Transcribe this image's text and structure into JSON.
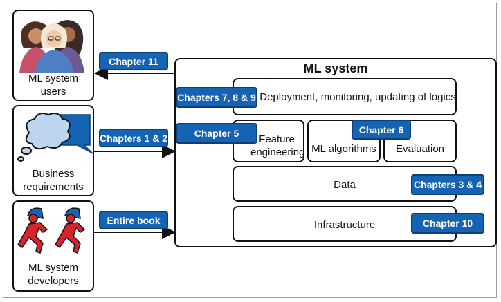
{
  "left_actors": {
    "users": {
      "label_line1": "ML system",
      "label_line2": "users",
      "icon": "users-icon"
    },
    "business": {
      "label_line1": "Business",
      "label_line2": "requirements",
      "icon": "thought-bubble-icon"
    },
    "developers": {
      "label_line1": "ML system",
      "label_line2": "developers",
      "icon": "runners-icon"
    }
  },
  "arrow_tags": {
    "users": "Chapter 11",
    "business": "Chapters 1 & 2",
    "developers": "Entire book"
  },
  "ml_system": {
    "title": "ML system",
    "deployment": {
      "label": "Deployment, monitoring, updating of logics",
      "tag": "Chapters 7, 8 & 9"
    },
    "feature": {
      "line1": "Feature",
      "line2": "engineering",
      "tag": "Chapter 5"
    },
    "algorithms": {
      "label": "ML algorithms"
    },
    "evaluation": {
      "label": "Evaluation"
    },
    "chapter6_tag": "Chapter 6",
    "data": {
      "label": "Data",
      "tag": "Chapters 3 & 4"
    },
    "infrastructure": {
      "label": "Infrastructure",
      "tag": "Chapter 10"
    }
  },
  "colors": {
    "tag_fill": "#1663b4",
    "tag_border": "#0c3f78",
    "stroke": "#111111",
    "runner_red": "#d8232a",
    "bubble_blue": "#bcd6ee"
  }
}
